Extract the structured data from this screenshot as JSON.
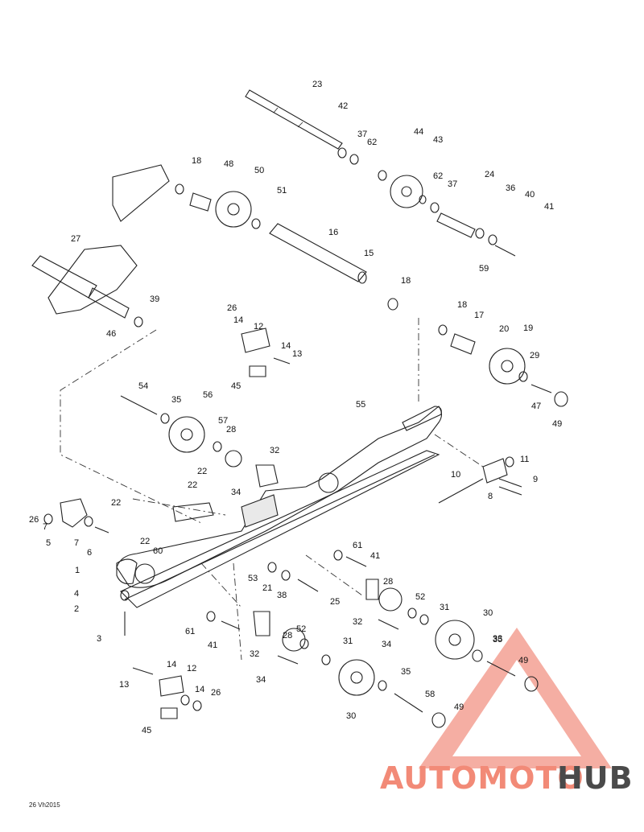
{
  "callouts": [
    "23",
    "42",
    "37",
    "62",
    "44",
    "43",
    "62",
    "37",
    "24",
    "36",
    "40",
    "41",
    "59",
    "18",
    "48",
    "50",
    "51",
    "16",
    "15",
    "18",
    "27",
    "46",
    "39",
    "26",
    "14",
    "12",
    "14",
    "13",
    "45",
    "18",
    "17",
    "20",
    "19",
    "29",
    "47",
    "49",
    "54",
    "35",
    "56",
    "57",
    "28",
    "32",
    "34",
    "55",
    "22",
    "22",
    "22",
    "22",
    "60",
    "11",
    "10",
    "9",
    "8",
    "26",
    "7",
    "5",
    "7",
    "6",
    "1",
    "4",
    "2",
    "3",
    "61",
    "41",
    "53",
    "21",
    "38",
    "25",
    "28",
    "52",
    "32",
    "31",
    "30",
    "61",
    "41",
    "32",
    "28",
    "52",
    "34",
    "31",
    "34",
    "35",
    "33",
    "49",
    "13",
    "14",
    "12",
    "14",
    "26",
    "45",
    "35",
    "58",
    "30",
    "49"
  ],
  "doc_id": "26 Vh2015",
  "watermark": {
    "brand_left": "AUTOMOTO",
    "brand_right": "HUB",
    "colors": {
      "accent": "#f28a77",
      "dark": "#4a4a4a",
      "triangle": "#f3a093"
    }
  }
}
